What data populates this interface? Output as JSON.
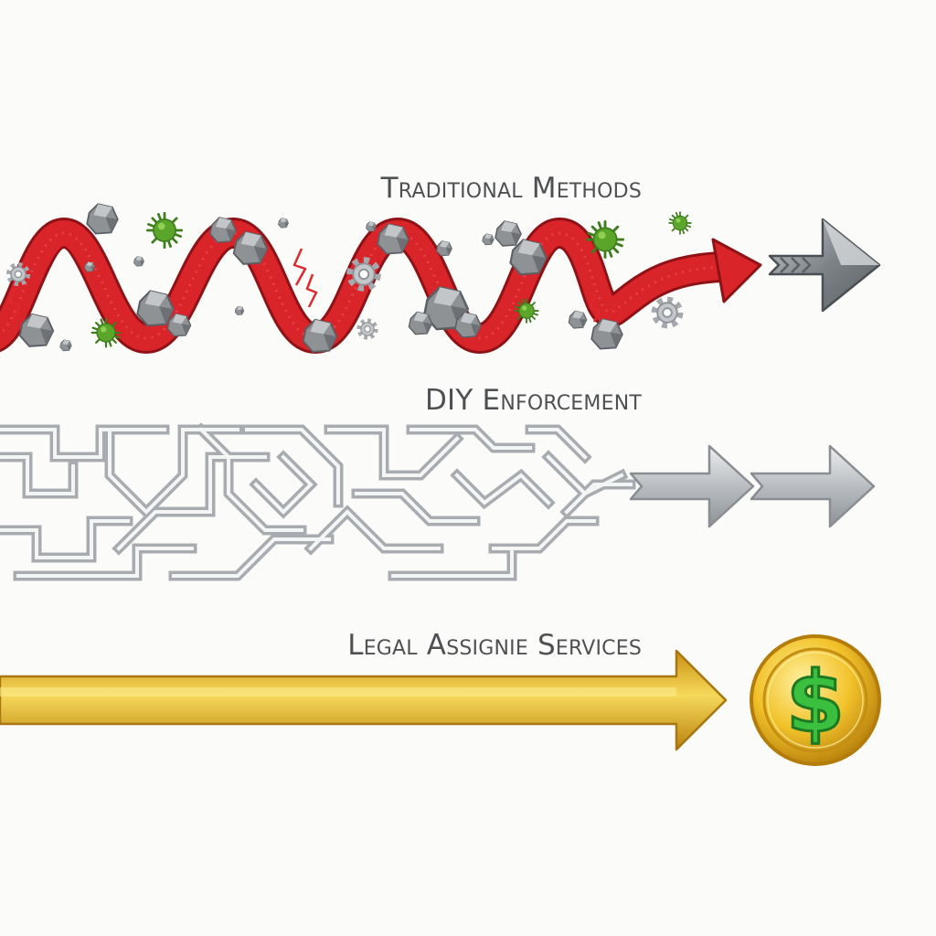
{
  "rows": [
    {
      "label": "Traditional Methods",
      "path_style": "winding road with obstacles",
      "path_color": "#d9242a",
      "arrow_color": "#9a9ea2"
    },
    {
      "label": "DIY Enforcement",
      "path_style": "maze",
      "path_color": "#a8acb0",
      "arrow_color": "#b8bcc0"
    },
    {
      "label": "Legal Assignie Services",
      "path_style": "straight arrow",
      "path_color": "#e6b725",
      "end_icon": "dollar-coin-icon",
      "end_symbol": "$"
    }
  ],
  "colors": {
    "background": "#fbfbfa",
    "red": "#d9242a",
    "gold": "#e6b725",
    "coin_green": "#3bbf3e",
    "rock": "#8e9295",
    "virus": "#5aa52a",
    "text": "#4e5052"
  }
}
